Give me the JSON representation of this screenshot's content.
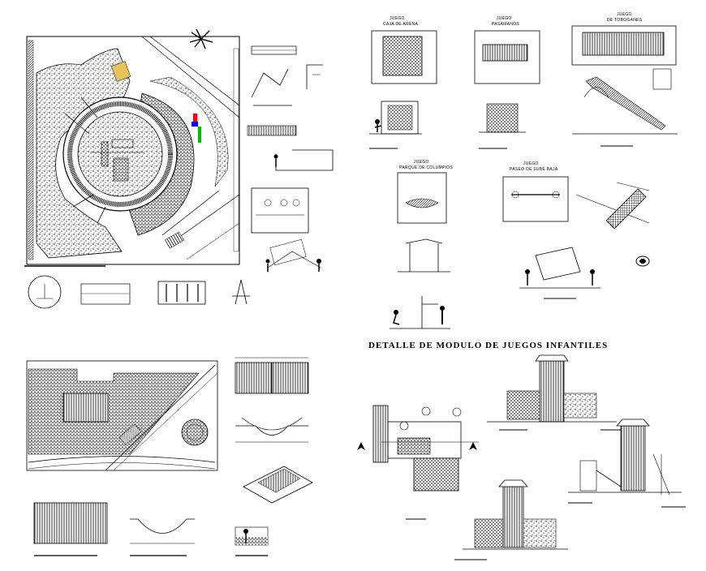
{
  "sheet": {
    "main_title": "DETALLE DE MODULO DE JUEGOS INFANTILES",
    "detail_headers": [
      {
        "line1": "JUEGO",
        "line2": "CAJA DE ARENA"
      },
      {
        "line1": "JUEGO",
        "line2": "PASAMANOS"
      },
      {
        "line1": "JUEGO",
        "line2": "DE TOBOGANES"
      },
      {
        "line1": "JUEGO",
        "line2": "PARQUE DE COLUMPIOS"
      },
      {
        "line1": "JUEGO",
        "line2": "PASEO DE SUBE BAJA"
      }
    ]
  },
  "colors": {
    "ink": "#000000",
    "accent_red": "#ff0000",
    "accent_green": "#00c000",
    "accent_blue": "#0000ff",
    "accent_yellow": "#e8c35a"
  },
  "symbols": [
    "tree-icon",
    "human-figure-icon",
    "north-arrow-icon"
  ]
}
